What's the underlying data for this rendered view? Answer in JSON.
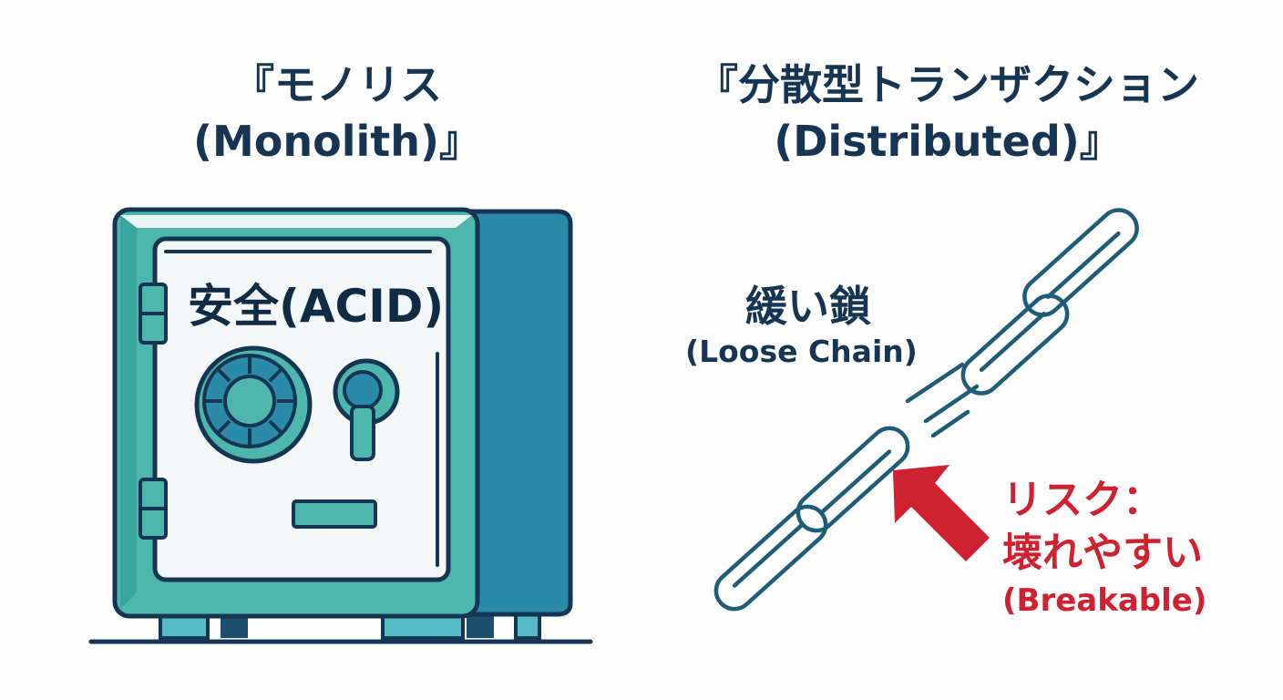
{
  "left_panel": {
    "title_line1": "『モノリス",
    "title_line2": "(Monolith)』",
    "safe_label": "安全(ACID)"
  },
  "right_panel": {
    "title_line1": "『分散型トランザクション",
    "title_line2": "(Distributed)』",
    "chain_label_jp": "緩い鎖",
    "chain_label_en": "(Loose Chain)",
    "risk_line1": "リスク：",
    "risk_line2": "壊れやすい",
    "risk_line3": "(Breakable)"
  },
  "colors": {
    "navy": "#153552",
    "teal_light": "#4db7ae",
    "teal_dark": "#2a8aa6",
    "risk_red": "#cf2230"
  },
  "icons": [
    "safe-icon",
    "dial-icon",
    "keyhole-icon",
    "hinge-icon",
    "chain-icon",
    "arrow-icon"
  ]
}
